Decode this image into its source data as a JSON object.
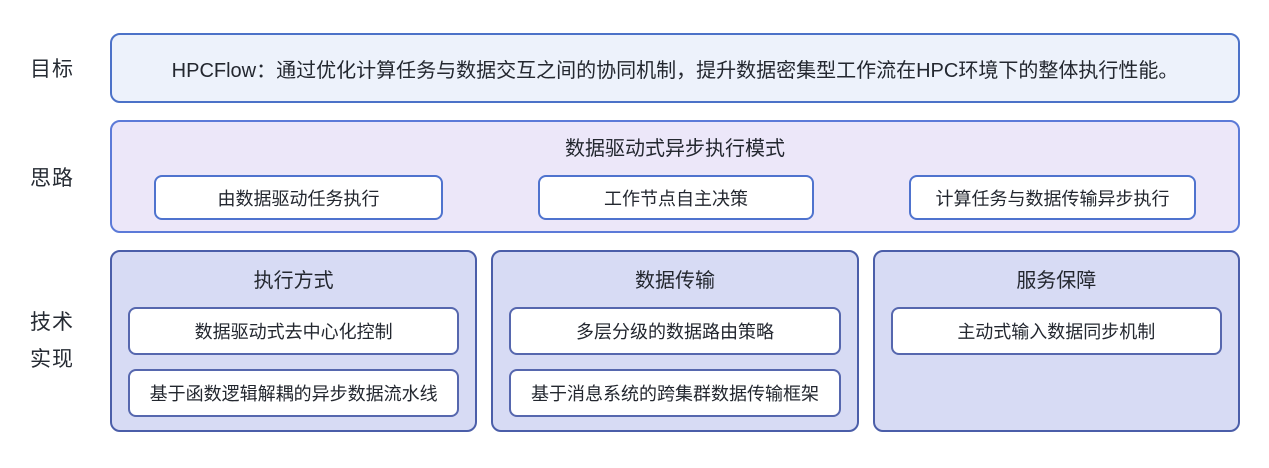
{
  "row_labels": {
    "goal": "目标",
    "approach": "思路",
    "implementation": [
      "技术",
      "实现"
    ]
  },
  "goal": {
    "text": "HPCFlow：通过优化计算任务与数据交互之间的协同机制，提升数据密集型工作流在HPC环境下的整体执行性能。"
  },
  "approach": {
    "title": "数据驱动式异步执行模式",
    "items": [
      "由数据驱动任务执行",
      "工作节点自主决策",
      "计算任务与数据传输异步执行"
    ]
  },
  "implementation": {
    "columns": [
      {
        "title": "执行方式",
        "items": [
          "数据驱动式去中心化控制",
          "基于函数逻辑解耦的异步数据流水线"
        ]
      },
      {
        "title": "数据传输",
        "items": [
          "多层分级的数据路由策略",
          "基于消息系统的跨集群数据传输框架"
        ]
      },
      {
        "title": "服务保障",
        "items": [
          "主动式输入数据同步机制"
        ]
      }
    ]
  },
  "colors": {
    "goal-fill": "#EDF2FB",
    "goal-border": "#4C72C8",
    "approach-fill": "#ECE7F9",
    "approach-border": "#5C7AD8",
    "approach-item-border": "#4F73CE",
    "impl-fill": "#D7DBF4",
    "impl-border": "#4B5EA9",
    "impl-item-border": "#5667AE",
    "text": "#23272F"
  }
}
